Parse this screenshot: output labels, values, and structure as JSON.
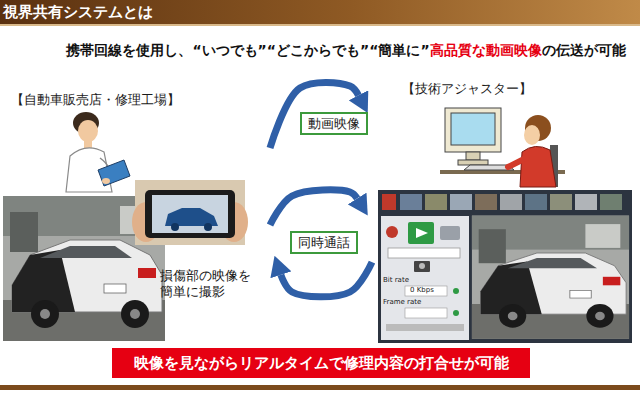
{
  "diagram": {
    "title": "視界共有システムとは",
    "nodes": [
      {
        "text": [
          "【自動車販売店・修理工場】"
        ]
      },
      {
        "text": [
          "【技術アジャスター】"
        ]
      },
      {
        "text": [
          "映像を見ながらリアルタイムで修理内容の打合せが可能"
        ]
      }
    ],
    "edges": [
      {
        "from": 0,
        "to": 1,
        "arrow": "to",
        "label": "動画映像"
      },
      {
        "from": 0,
        "to": 1,
        "arrow": "to",
        "label": "同時通話"
      },
      {
        "from": 1,
        "to": 0,
        "arrow": "to"
      }
    ],
    "labels": [
      "携帯回線を使用し、“いつでも”“どこからでも”“簡単に”",
      "高品質な動画映像",
      "の伝送が可能",
      "損傷部の映像を 簡単に撮影",
      "Bit rate",
      "0 Kbps",
      "Frame rate"
    ]
  }
}
